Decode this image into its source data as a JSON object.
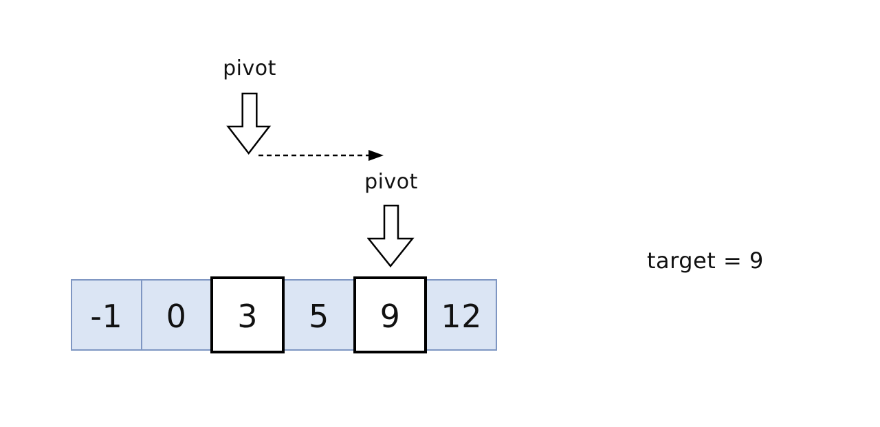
{
  "diagram": {
    "title_semantics": "binary search pivot movement illustration",
    "pivot1": {
      "label": "pivot"
    },
    "pivot2": {
      "label": "pivot"
    },
    "target": {
      "text": "target = 9"
    },
    "array": {
      "cells": [
        {
          "value": "-1",
          "highlighted": false
        },
        {
          "value": "0",
          "highlighted": false
        },
        {
          "value": "3",
          "highlighted": true
        },
        {
          "value": "5",
          "highlighted": false
        },
        {
          "value": "9",
          "highlighted": true
        },
        {
          "value": "12",
          "highlighted": false
        }
      ]
    },
    "colors": {
      "cell_fill": "#dbe5f4",
      "cell_border": "#7e96c2",
      "highlight_fill": "#ffffff",
      "highlight_border": "#000000",
      "line_color": "#000000",
      "background": "#ffffff"
    }
  }
}
